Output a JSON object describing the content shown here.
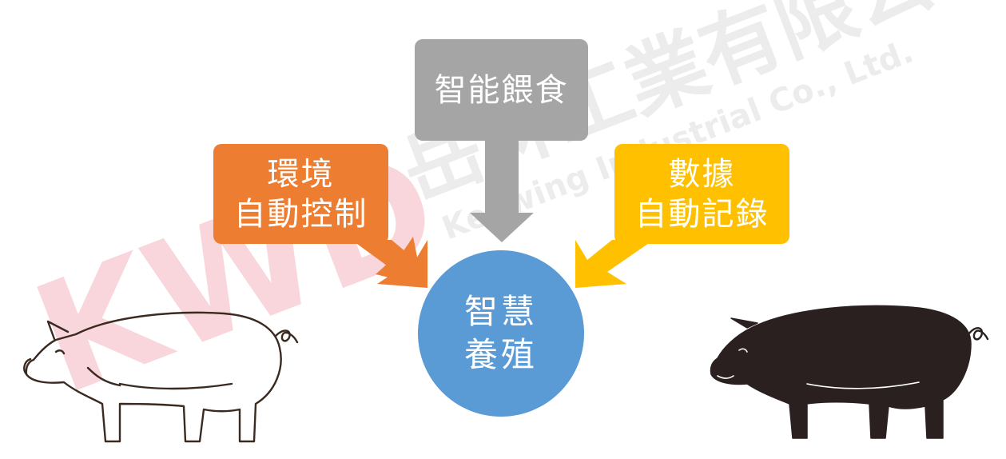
{
  "watermark": {
    "logo_text": "KWD",
    "company_cn": "岳林工業有限公司",
    "company_en": "Keewing Industrial Co., Ltd.",
    "color": "#f6d2d8"
  },
  "diagram": {
    "top_node": {
      "lines": [
        "智能餵食"
      ],
      "color": "#a5a5a5"
    },
    "left_node": {
      "lines": [
        "環境",
        "自動控制"
      ],
      "color": "#ed7d31"
    },
    "right_node": {
      "lines": [
        "數據",
        "自動記錄"
      ],
      "color": "#ffc000"
    },
    "center_node": {
      "lines": [
        "智慧",
        "養殖"
      ],
      "color": "#5b9bd5"
    }
  },
  "illustrations": {
    "left_pig": "pig-outline-icon",
    "right_pig": "pig-silhouette-icon"
  }
}
